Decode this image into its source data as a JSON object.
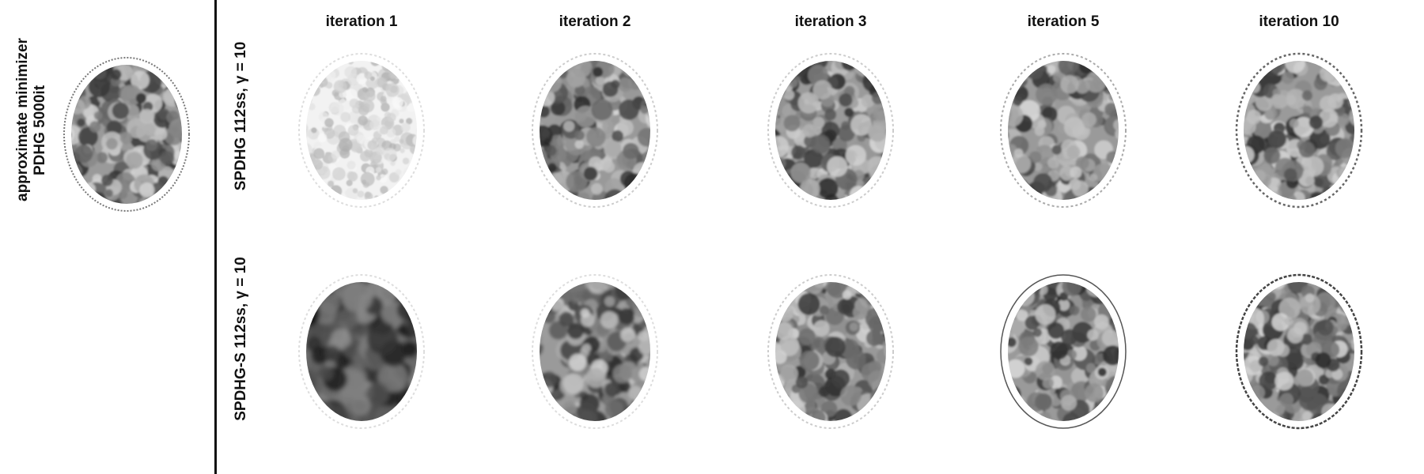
{
  "reference": {
    "line1": "approximate minimizer",
    "line2": "PDHG 5000it"
  },
  "columns": [
    "iteration 1",
    "iteration 2",
    "iteration 3",
    "iteration 5",
    "iteration 10"
  ],
  "rows": [
    {
      "label": "SPDHG 112ss, γ = 10"
    },
    {
      "label": "SPDHG-S  112ss, γ = 10"
    }
  ],
  "colors": {
    "background": "#ffffff",
    "text": "#111111",
    "divider": "#111111"
  }
}
